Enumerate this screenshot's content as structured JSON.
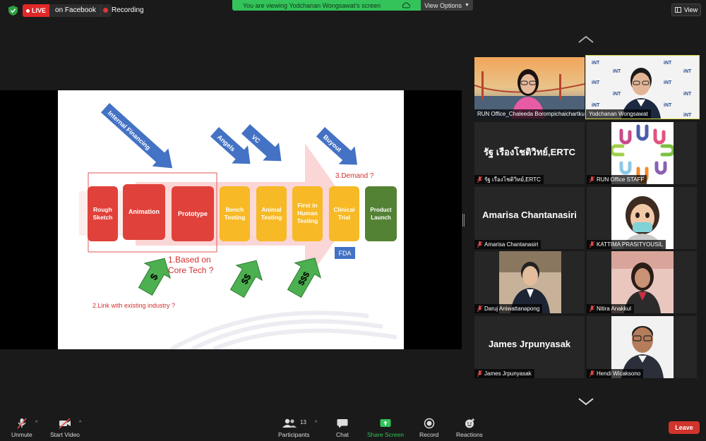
{
  "top_bar": {
    "live_label": "LIVE",
    "live_target": "on Facebook",
    "recording_label": "Recording",
    "share_banner_text": "You are viewing Yodchanan Wongsawat's screen",
    "view_options_label": "View Options",
    "view_label": "View"
  },
  "slide": {
    "arrows": [
      "Internal Financing",
      "Angels",
      "VC",
      "Buyout"
    ],
    "demand": "3.Demand ?",
    "stages": [
      {
        "line1": "Rough",
        "line2": "Sketch",
        "line3": ""
      },
      {
        "line1": "Animation",
        "line2": "",
        "line3": ""
      },
      {
        "line1": "Prototype",
        "line2": "",
        "line3": ""
      },
      {
        "line1": "Bench",
        "line2": "Testing",
        "line3": ""
      },
      {
        "line1": "Animal",
        "line2": "Testing",
        "line3": ""
      },
      {
        "line1": "First in",
        "line2": "Human",
        "line3": "Testing"
      },
      {
        "line1": "Clinical",
        "line2": "Trial",
        "line3": ""
      },
      {
        "line1": "Product",
        "line2": "Launch",
        "line3": ""
      }
    ],
    "fda": "FDA",
    "based_on_1": "1.Based on",
    "based_on_2": "Core Tech ?",
    "money": [
      "$",
      "$$",
      "$$$"
    ],
    "link_industry": "2.Link with existing industry ?"
  },
  "participants": [
    {
      "name": "RUN Office_Chaleeda Borompichaichartkul",
      "display": "",
      "muted": false,
      "active": false
    },
    {
      "name": "Yodchanan Wongsawat",
      "display": "",
      "muted": false,
      "active": true
    },
    {
      "name": "รัฐ  เรืองโชติวิทย์,ERTC",
      "display": "รัฐ  เรืองโชติวิทย์,ERTC",
      "muted": true,
      "active": false
    },
    {
      "name": "RUN Office STAFF",
      "display": "",
      "muted": true,
      "active": false
    },
    {
      "name": "Amarisa Chantanasiri",
      "display": "Amarisa Chantanasiri",
      "muted": true,
      "active": false
    },
    {
      "name": "KATTIMA PRASITYOUSIL",
      "display": "",
      "muted": true,
      "active": false
    },
    {
      "name": "Daruj Aniwattanapong",
      "display": "",
      "muted": true,
      "active": false
    },
    {
      "name": "Nitira Anakkul",
      "display": "",
      "muted": true,
      "active": false
    },
    {
      "name": "James Jrpunyasak",
      "display": "James Jrpunyasak",
      "muted": true,
      "active": false
    },
    {
      "name": "Hendi Wicaksono",
      "display": "",
      "muted": true,
      "active": false
    }
  ],
  "toolbar": {
    "unmute": "Unmute",
    "start_video": "Start Video",
    "participants": "Participants",
    "participants_count": "13",
    "chat": "Chat",
    "share_screen": "Share Screen",
    "record": "Record",
    "reactions": "Reactions",
    "leave": "Leave"
  },
  "colors": {
    "accent_green": "#33c35a",
    "leave_red": "#d0342c",
    "live_red": "#e02828",
    "active_speaker": "#d8d84a"
  }
}
